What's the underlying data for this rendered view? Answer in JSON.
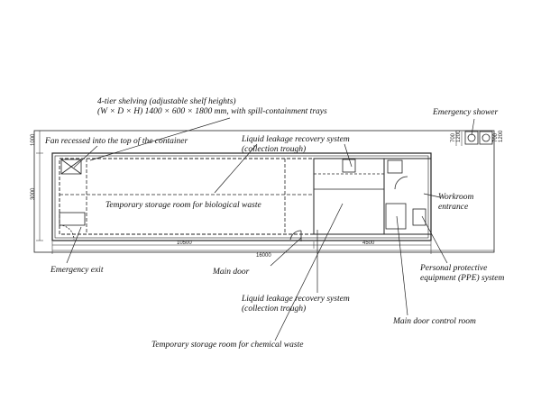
{
  "labels": {
    "shelving_line1": "4-tier shelving (adjustable shelf heights)",
    "shelving_line2": "(W × D × H) 1400 × 600 × 1800 mm, with spill-containment trays",
    "emergency_shower": "Emergency shower",
    "fan": "Fan recessed into the top of the container",
    "leak_top_line1": "Liquid leakage recovery system",
    "leak_top_line2": "(collection trough)",
    "bio_room": "Temporary storage room for biological waste",
    "workroom_line1": "Workroom",
    "workroom_line2": "entrance",
    "emergency_exit": "Emergency exit",
    "main_door": "Main door",
    "ppe_line1": "Personal protective",
    "ppe_line2": "equipment (PPE) system",
    "leak_bottom_line1": "Liquid leakage recovery system",
    "leak_bottom_line2": "(collection trough)",
    "control_room": "Main door control room",
    "chem_room": "Temporary storage room for chemical waste"
  },
  "dimensions": {
    "height_total": "3000",
    "height_top": "1000",
    "width_bio": "10500",
    "width_total": "16000",
    "width_chem": "4500",
    "shower_dim_a": "700",
    "shower_dim_b": "1200",
    "shower_dim_c": "700",
    "shower_dim_d": "1200"
  }
}
